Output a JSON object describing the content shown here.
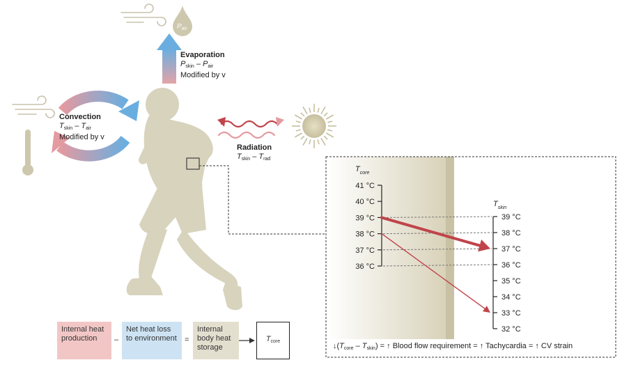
{
  "evaporation": {
    "title": "Evaporation",
    "formula_p1": "P",
    "formula_s1": "skin",
    "formula_minus": " – ",
    "formula_p2": "P",
    "formula_s2": "air",
    "modifier": "Modified by v",
    "drop_label": "P",
    "drop_sub": "air"
  },
  "convection": {
    "title": "Convection",
    "formula_t1": "T",
    "formula_s1": "skin",
    "formula_minus": " – ",
    "formula_t2": "T",
    "formula_s2": "air",
    "modifier": "Modified by v"
  },
  "radiation": {
    "title": "Radiation",
    "formula_t1": "T",
    "formula_s1": "skin",
    "formula_minus": " – ",
    "formula_t2": "T",
    "formula_s2": "rad"
  },
  "core_axis": {
    "label": "T",
    "label_sub": "core",
    "ticks": [
      "41 °C",
      "40 °C",
      "39 °C",
      "38 °C",
      "37 °C",
      "36 °C"
    ]
  },
  "skin_axis": {
    "label": "T",
    "label_sub": "skin",
    "ticks": [
      "39 °C",
      "38 °C",
      "37 °C",
      "36 °C",
      "35 °C",
      "34 °C",
      "33 °C",
      "32 °C"
    ]
  },
  "gradient_arrows": [
    {
      "from_core": 39,
      "to_skin": 37,
      "weight": "thick"
    },
    {
      "from_core": 38,
      "to_skin": 33,
      "weight": "thin"
    }
  ],
  "footer_equation": {
    "down": "↓(",
    "t1": "T",
    "s1": "core",
    "minus": " – ",
    "t2": "T",
    "s2": "skin",
    "rest": ") = ↑ Blood flow requirement = ↑ Tachycardia = ↑ CV strain"
  },
  "heat_balance": {
    "box1": "Internal heat production",
    "op1": "–",
    "box2": "Net heat loss to environment",
    "op2": "=",
    "box3": "Internal body heat storage",
    "result_label": "T",
    "result_sub": "core"
  },
  "colors": {
    "body": "#d8d3bd",
    "red": "#c0444a",
    "blue": "#6aaee0",
    "pink_box": "#f3c6c6",
    "blue_box": "#cde3f3",
    "tan_box": "#e3dfcf",
    "panel_tan": "#ddd7c0"
  },
  "icons": [
    "wind-icon",
    "water-drop-icon",
    "thermometer-icon",
    "sun-icon",
    "runner-figure"
  ]
}
